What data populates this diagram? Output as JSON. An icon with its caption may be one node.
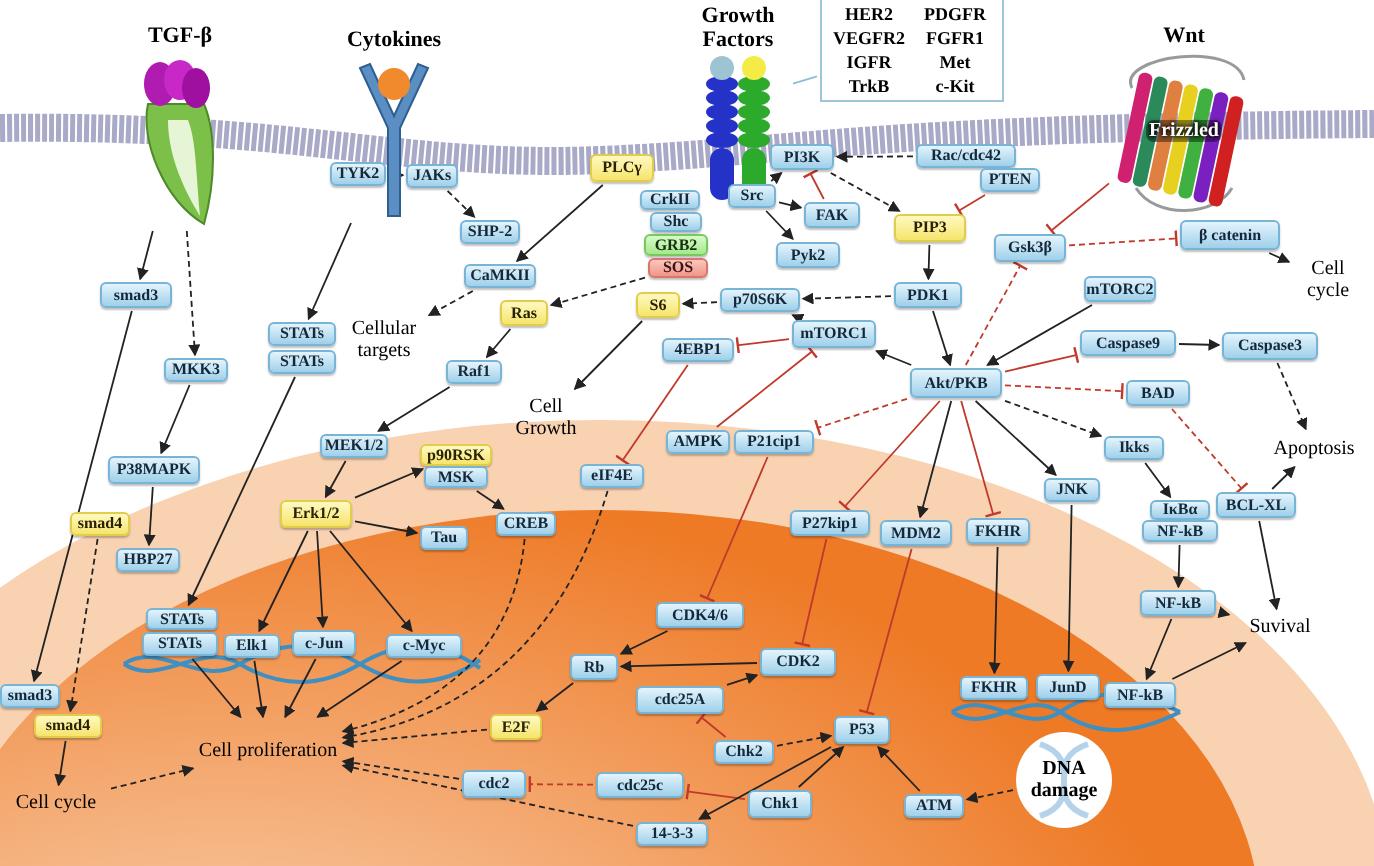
{
  "diagram": {
    "nodes": [
      {
        "text": [
          "TGF-β"
        ]
      },
      {
        "text": [
          "Cytokines"
        ]
      },
      {
        "text": [
          "Growth Factors"
        ]
      },
      {
        "text": [
          "HER2 VEGFR2 IGFR TrkB",
          "PDGFR FGFR1 Met c-Kit"
        ]
      },
      {
        "text": [
          "Wnt",
          "Frizzled"
        ]
      },
      {
        "text": [
          "TYK2"
        ]
      },
      {
        "text": [
          "JAKs"
        ]
      },
      {
        "text": [
          "SHP-2"
        ]
      },
      {
        "text": [
          "CaMKII"
        ]
      },
      {
        "text": [
          "STATs"
        ]
      },
      {
        "text": [
          "STATs"
        ]
      },
      {
        "text": [
          "Cellular targets"
        ]
      },
      {
        "text": [
          "smad3"
        ]
      },
      {
        "text": [
          "MKK3"
        ]
      },
      {
        "text": [
          "P38MAPK"
        ]
      },
      {
        "text": [
          "smad4"
        ]
      },
      {
        "text": [
          "HBP27"
        ]
      },
      {
        "text": [
          "Ras"
        ]
      },
      {
        "text": [
          "Raf1"
        ]
      },
      {
        "text": [
          "MEK1/2"
        ]
      },
      {
        "text": [
          "Erk1/2"
        ]
      },
      {
        "text": [
          "p90RSK"
        ]
      },
      {
        "text": [
          "MSK"
        ]
      },
      {
        "text": [
          "Tau"
        ]
      },
      {
        "text": [
          "CREB"
        ]
      },
      {
        "text": [
          "PLCγ"
        ]
      },
      {
        "text": [
          "CrkII"
        ]
      },
      {
        "text": [
          "Shc"
        ]
      },
      {
        "text": [
          "GRB2"
        ]
      },
      {
        "text": [
          "SOS"
        ]
      },
      {
        "text": [
          "Src"
        ]
      },
      {
        "text": [
          "PI3K"
        ]
      },
      {
        "text": [
          "Rac/cdc42"
        ]
      },
      {
        "text": [
          "FAK"
        ]
      },
      {
        "text": [
          "Pyk2"
        ]
      },
      {
        "text": [
          "PTEN"
        ]
      },
      {
        "text": [
          "PIP3"
        ]
      },
      {
        "text": [
          "PDK1"
        ]
      },
      {
        "text": [
          "p70S6K"
        ]
      },
      {
        "text": [
          "S6"
        ]
      },
      {
        "text": [
          "4EBP1"
        ]
      },
      {
        "text": [
          "mTORC1"
        ]
      },
      {
        "text": [
          "Cell Growth"
        ]
      },
      {
        "text": [
          "Akt/PKB"
        ]
      },
      {
        "text": [
          "AMPK"
        ]
      },
      {
        "text": [
          "P21cip1"
        ]
      },
      {
        "text": [
          "eIF4E"
        ]
      },
      {
        "text": [
          "P27kip1"
        ]
      },
      {
        "text": [
          "MDM2"
        ]
      },
      {
        "text": [
          "Gsk3β"
        ]
      },
      {
        "text": [
          "β catenin"
        ]
      },
      {
        "text": [
          "Cell cycle"
        ]
      },
      {
        "text": [
          "mTORC2"
        ]
      },
      {
        "text": [
          "Caspase9"
        ]
      },
      {
        "text": [
          "Caspase3"
        ]
      },
      {
        "text": [
          "BAD"
        ]
      },
      {
        "text": [
          "Apoptosis"
        ]
      },
      {
        "text": [
          "Ikks"
        ]
      },
      {
        "text": [
          "JNK"
        ]
      },
      {
        "text": [
          "IκBα"
        ]
      },
      {
        "text": [
          "NF-kB"
        ]
      },
      {
        "text": [
          "FKHR"
        ]
      },
      {
        "text": [
          "BCL-XL"
        ]
      },
      {
        "text": [
          "NF-kB"
        ]
      },
      {
        "text": [
          "Suvival"
        ]
      },
      {
        "text": [
          "STATs"
        ]
      },
      {
        "text": [
          "STATs"
        ]
      },
      {
        "text": [
          "Elk1"
        ]
      },
      {
        "text": [
          "c-Jun"
        ]
      },
      {
        "text": [
          "c-Myc"
        ]
      },
      {
        "text": [
          "Cell proliferation"
        ]
      },
      {
        "text": [
          "smad3"
        ]
      },
      {
        "text": [
          "smad4"
        ]
      },
      {
        "text": [
          "Cell cycle"
        ]
      },
      {
        "text": [
          "CDK4/6"
        ]
      },
      {
        "text": [
          "Rb"
        ]
      },
      {
        "text": [
          "CDK2"
        ]
      },
      {
        "text": [
          "cdc25A"
        ]
      },
      {
        "text": [
          "E2F"
        ]
      },
      {
        "text": [
          "Chk2"
        ]
      },
      {
        "text": [
          "P53"
        ]
      },
      {
        "text": [
          "cdc2"
        ]
      },
      {
        "text": [
          "cdc25c"
        ]
      },
      {
        "text": [
          "Chk1"
        ]
      },
      {
        "text": [
          "14-3-3"
        ]
      },
      {
        "text": [
          "FKHR"
        ]
      },
      {
        "text": [
          "JunD"
        ]
      },
      {
        "text": [
          "NF-kB"
        ]
      },
      {
        "text": [
          "DNA damage"
        ]
      },
      {
        "text": [
          "ATM"
        ]
      }
    ],
    "edges": [
      {
        "from": 3,
        "to": 2,
        "arrow": "none",
        "color": "#8cc0d0"
      },
      {
        "from": 0,
        "to": 12,
        "arrow": "to"
      },
      {
        "from": 0,
        "to": 13,
        "arrow": "to",
        "style": "dashed"
      },
      {
        "from": 1,
        "to": 9,
        "arrow": "to"
      },
      {
        "from": 5,
        "to": 6,
        "arrow": "to",
        "style": "dashed"
      },
      {
        "from": 6,
        "to": 7,
        "arrow": "to",
        "style": "dashed"
      },
      {
        "from": 8,
        "to": 11,
        "arrow": "to",
        "style": "dashed"
      },
      {
        "from": 25,
        "to": 8,
        "arrow": "to"
      },
      {
        "from": 29,
        "to": 17,
        "arrow": "to",
        "style": "dashed"
      },
      {
        "from": 17,
        "to": 18,
        "arrow": "to"
      },
      {
        "from": 18,
        "to": 19,
        "arrow": "to"
      },
      {
        "from": 19,
        "to": 20,
        "arrow": "to"
      },
      {
        "from": 20,
        "to": 21,
        "arrow": "to"
      },
      {
        "from": 20,
        "to": 23,
        "arrow": "to"
      },
      {
        "from": 22,
        "to": 24,
        "arrow": "to"
      },
      {
        "from": 13,
        "to": 14,
        "arrow": "to"
      },
      {
        "from": 14,
        "to": 16,
        "arrow": "to"
      },
      {
        "from": 12,
        "to": 71,
        "arrow": "to"
      },
      {
        "from": 15,
        "to": 72,
        "arrow": "to",
        "style": "dashed"
      },
      {
        "from": 72,
        "to": 73,
        "arrow": "to"
      },
      {
        "from": 10,
        "to": 65,
        "arrow": "to"
      },
      {
        "from": 20,
        "to": 67,
        "arrow": "to"
      },
      {
        "from": 20,
        "to": 68,
        "arrow": "to"
      },
      {
        "from": 20,
        "to": 69,
        "arrow": "to"
      },
      {
        "from": 66,
        "to": 70,
        "arrow": "to"
      },
      {
        "from": 67,
        "to": 70,
        "arrow": "to"
      },
      {
        "from": 68,
        "to": 70,
        "arrow": "to"
      },
      {
        "from": 69,
        "to": 70,
        "arrow": "to"
      },
      {
        "from": 73,
        "to": 70,
        "arrow": "to",
        "style": "dashed"
      },
      {
        "from": 24,
        "to": 70,
        "arrow": "to",
        "style": "dashed"
      },
      {
        "from": 46,
        "to": 70,
        "arrow": "to",
        "style": "dashed"
      },
      {
        "from": 78,
        "to": 70,
        "arrow": "to",
        "style": "dashed"
      },
      {
        "from": 81,
        "to": 70,
        "arrow": "to",
        "style": "dashed"
      },
      {
        "from": 84,
        "to": 70,
        "arrow": "to",
        "style": "dashed"
      },
      {
        "from": 30,
        "to": 31,
        "arrow": "to"
      },
      {
        "from": 30,
        "to": 33,
        "arrow": "to"
      },
      {
        "from": 30,
        "to": 34,
        "arrow": "to"
      },
      {
        "from": 32,
        "to": 31,
        "arrow": "to",
        "style": "dashed"
      },
      {
        "from": 33,
        "to": 31,
        "arrow": "other",
        "color": "#c0392b"
      },
      {
        "from": 31,
        "to": 36,
        "arrow": "to",
        "style": "dashed"
      },
      {
        "from": 35,
        "to": 36,
        "arrow": "other",
        "color": "#c0392b"
      },
      {
        "from": 36,
        "to": 37,
        "arrow": "to"
      },
      {
        "from": 37,
        "to": 43,
        "arrow": "to"
      },
      {
        "from": 37,
        "to": 38,
        "arrow": "to",
        "style": "dashed"
      },
      {
        "from": 38,
        "to": 39,
        "arrow": "to",
        "style": "dashed"
      },
      {
        "from": 39,
        "to": 42,
        "arrow": "to"
      },
      {
        "from": 41,
        "to": 38,
        "arrow": "to"
      },
      {
        "from": 41,
        "to": 40,
        "arrow": "other",
        "color": "#c0392b"
      },
      {
        "from": 43,
        "to": 41,
        "arrow": "to"
      },
      {
        "from": 44,
        "to": 41,
        "arrow": "other",
        "color": "#c0392b"
      },
      {
        "from": 40,
        "to": 46,
        "arrow": "other",
        "color": "#c0392b"
      },
      {
        "from": 43,
        "to": 45,
        "arrow": "other",
        "color": "#c0392b",
        "style": "dashed"
      },
      {
        "from": 45,
        "to": 74,
        "arrow": "other",
        "color": "#c0392b"
      },
      {
        "from": 43,
        "to": 47,
        "arrow": "other",
        "color": "#c0392b"
      },
      {
        "from": 47,
        "to": 76,
        "arrow": "other",
        "color": "#c0392b"
      },
      {
        "from": 43,
        "to": 48,
        "arrow": "to"
      },
      {
        "from": 48,
        "to": 80,
        "arrow": "other",
        "color": "#c0392b"
      },
      {
        "from": 43,
        "to": 49,
        "arrow": "other",
        "color": "#c0392b",
        "style": "dashed"
      },
      {
        "from": 52,
        "to": 43,
        "arrow": "to"
      },
      {
        "from": 43,
        "to": 53,
        "arrow": "other",
        "color": "#c0392b"
      },
      {
        "from": 43,
        "to": 55,
        "arrow": "other",
        "color": "#c0392b",
        "style": "dashed"
      },
      {
        "from": 43,
        "to": 57,
        "arrow": "to",
        "style": "dashed"
      },
      {
        "from": 43,
        "to": 58,
        "arrow": "to"
      },
      {
        "from": 43,
        "to": 61,
        "arrow": "other",
        "color": "#c0392b"
      },
      {
        "from": 4,
        "to": 49,
        "arrow": "other",
        "color": "#c0392b"
      },
      {
        "from": 49,
        "to": 50,
        "arrow": "other",
        "color": "#c0392b",
        "style": "dashed"
      },
      {
        "from": 50,
        "to": 51,
        "arrow": "to"
      },
      {
        "from": 53,
        "to": 54,
        "arrow": "to"
      },
      {
        "from": 54,
        "to": 56,
        "arrow": "to",
        "style": "dashed"
      },
      {
        "from": 55,
        "to": 62,
        "arrow": "other",
        "color": "#c0392b",
        "style": "dashed"
      },
      {
        "from": 62,
        "to": 56,
        "arrow": "to"
      },
      {
        "from": 62,
        "to": 64,
        "arrow": "to"
      },
      {
        "from": 57,
        "to": 59,
        "arrow": "to"
      },
      {
        "from": 60,
        "to": 63,
        "arrow": "to"
      },
      {
        "from": 63,
        "to": 87,
        "arrow": "to"
      },
      {
        "from": 63,
        "to": 64,
        "arrow": "to"
      },
      {
        "from": 58,
        "to": 86,
        "arrow": "to"
      },
      {
        "from": 61,
        "to": 85,
        "arrow": "to"
      },
      {
        "from": 87,
        "to": 64,
        "arrow": "to"
      },
      {
        "from": 74,
        "to": 75,
        "arrow": "to"
      },
      {
        "from": 76,
        "to": 75,
        "arrow": "to"
      },
      {
        "from": 75,
        "to": 78,
        "arrow": "to"
      },
      {
        "from": 77,
        "to": 76,
        "arrow": "to"
      },
      {
        "from": 79,
        "to": 77,
        "arrow": "other",
        "color": "#c0392b"
      },
      {
        "from": 79,
        "to": 80,
        "arrow": "to",
        "style": "dashed"
      },
      {
        "from": 83,
        "to": 80,
        "arrow": "to"
      },
      {
        "from": 83,
        "to": 82,
        "arrow": "other",
        "color": "#c0392b"
      },
      {
        "from": 82,
        "to": 81,
        "arrow": "other",
        "color": "#c0392b",
        "style": "dashed"
      },
      {
        "from": 80,
        "to": 84,
        "arrow": "to"
      },
      {
        "from": 89,
        "to": 80,
        "arrow": "to"
      },
      {
        "from": 88,
        "to": 89,
        "arrow": "to",
        "style": "dashed"
      }
    ]
  }
}
